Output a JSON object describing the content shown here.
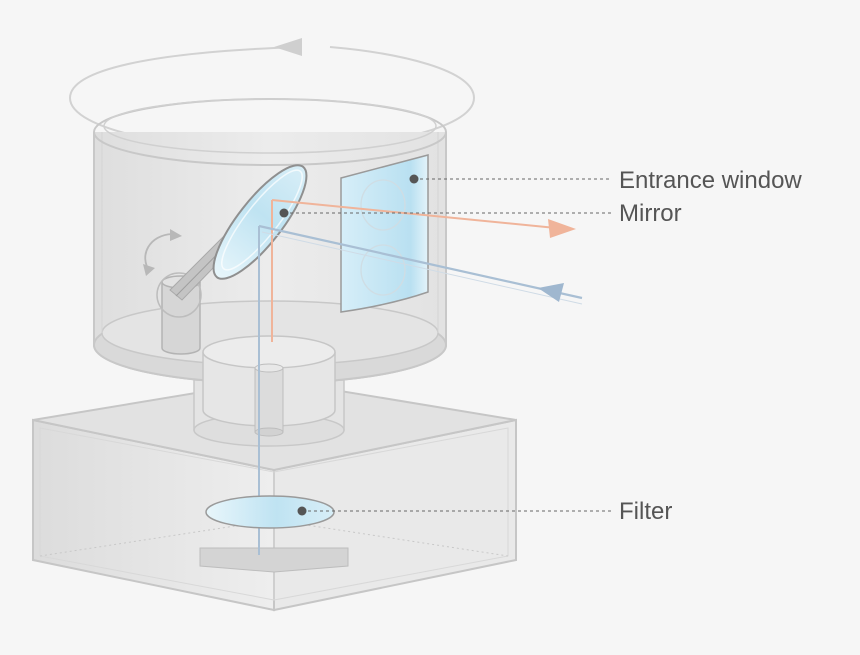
{
  "labels": {
    "entrance_window": "Entrance window",
    "mirror": "Mirror",
    "filter": "Filter"
  },
  "colors": {
    "background": "#f6f6f6",
    "housing_stroke": "#c8c8c8",
    "glass_fill": "#cfeaf5",
    "beam_orange": "#f0b49a",
    "beam_blue": "#9fb7cf",
    "leader_line": "#666666"
  },
  "icons": {
    "rotation_arrow": "rotation-arrow-icon",
    "pivot_arrow": "pivot-rotation-icon"
  }
}
